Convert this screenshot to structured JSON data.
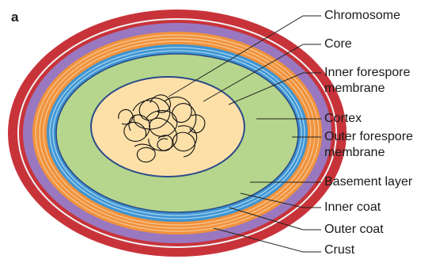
{
  "panel_letter": "a",
  "colors": {
    "crust": "#c8333a",
    "outer_coat": "#9a78bf",
    "inner_coat": "#f0923c",
    "basement_layer": "#3e95d2",
    "cortex": "#b5d68c",
    "core": "#fde0a8",
    "membrane_stroke": "#2a4a8a",
    "leader": "#222222"
  },
  "labels": {
    "chromosome": "Chromosome",
    "core": "Core",
    "inner_forespore_membrane_1": "Inner forespore",
    "inner_forespore_membrane_2": "membrane",
    "cortex": "Cortex",
    "outer_forespore_membrane_1": "Outer forespore",
    "outer_forespore_membrane_2": "membrane",
    "basement_layer": "Basement layer",
    "inner_coat": "Inner coat",
    "outer_coat": "Outer coat",
    "crust": "Crust"
  }
}
